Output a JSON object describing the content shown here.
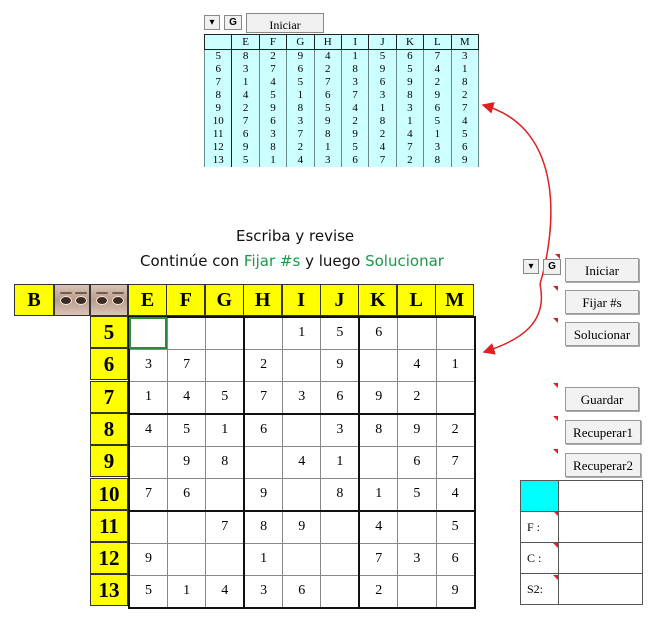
{
  "top_toolbar": {
    "dropdown_glyph": "▾",
    "g_label": "G",
    "start_label": "Iniciar"
  },
  "top_grid": {
    "headers": [
      "",
      "E",
      "F",
      "G",
      "H",
      "I",
      "J",
      "K",
      "L",
      "M"
    ],
    "rows": [
      [
        "5",
        "8",
        "2",
        "9",
        "4",
        "1",
        "5",
        "6",
        "7",
        "3"
      ],
      [
        "6",
        "3",
        "7",
        "6",
        "2",
        "8",
        "9",
        "5",
        "4",
        "1"
      ],
      [
        "7",
        "1",
        "4",
        "5",
        "7",
        "3",
        "6",
        "9",
        "2",
        "8"
      ],
      [
        "8",
        "4",
        "5",
        "1",
        "6",
        "7",
        "3",
        "8",
        "9",
        "2"
      ],
      [
        "9",
        "2",
        "9",
        "8",
        "5",
        "4",
        "1",
        "3",
        "6",
        "7"
      ],
      [
        "10",
        "7",
        "6",
        "3",
        "9",
        "2",
        "8",
        "1",
        "5",
        "4"
      ],
      [
        "11",
        "6",
        "3",
        "7",
        "8",
        "9",
        "2",
        "4",
        "1",
        "5"
      ],
      [
        "12",
        "9",
        "8",
        "2",
        "1",
        "5",
        "4",
        "7",
        "3",
        "6"
      ],
      [
        "13",
        "5",
        "1",
        "4",
        "3",
        "6",
        "7",
        "2",
        "8",
        "9"
      ]
    ]
  },
  "instructions": {
    "line1": "Escriba y revise",
    "line2_pre": "Continúe con ",
    "line2_fix": "Fijar #s",
    "line2_mid": " y luego ",
    "line2_solve": "Solucionar"
  },
  "main": {
    "col_b": "B",
    "headers": [
      "E",
      "F",
      "G",
      "H",
      "I",
      "J",
      "K",
      "L",
      "M"
    ],
    "row_labels": [
      "5",
      "6",
      "7",
      "8",
      "9",
      "10",
      "11",
      "12",
      "13"
    ],
    "grid": [
      [
        "",
        "",
        "",
        "",
        "1",
        "5",
        "6",
        "",
        ""
      ],
      [
        "3",
        "7",
        "",
        "2",
        "",
        "9",
        "",
        "4",
        "1"
      ],
      [
        "1",
        "4",
        "5",
        "7",
        "3",
        "6",
        "9",
        "2",
        ""
      ],
      [
        "4",
        "5",
        "1",
        "6",
        "",
        "3",
        "8",
        "9",
        "2"
      ],
      [
        "",
        "9",
        "8",
        "",
        "4",
        "1",
        "",
        "6",
        "7"
      ],
      [
        "7",
        "6",
        "",
        "9",
        "",
        "8",
        "1",
        "5",
        "4"
      ],
      [
        "",
        "",
        "7",
        "8",
        "9",
        "",
        "4",
        "",
        "5"
      ],
      [
        "9",
        "",
        "",
        "1",
        "",
        "",
        "7",
        "3",
        "6"
      ],
      [
        "5",
        "1",
        "4",
        "3",
        "6",
        "",
        "2",
        "",
        "9"
      ]
    ]
  },
  "side_toolbar": {
    "dropdown_glyph": "▾",
    "g_label": "G"
  },
  "buttons": {
    "iniciar": "Iniciar",
    "fijar": "Fijar #s",
    "solucionar": "Solucionar",
    "guardar": "Guardar",
    "recuperar1": "Recuperar1",
    "recuperar2": "Recuperar2"
  },
  "side_table": {
    "f_label": "F :",
    "c_label": "C :",
    "s2_label": "S2:"
  },
  "colors": {
    "header_yellow": "#ffff00",
    "preview_cyan": "#ccffff",
    "status_cyan": "#00ffff",
    "arrow_red": "#e02020",
    "accent_green": "#1a9a47"
  }
}
